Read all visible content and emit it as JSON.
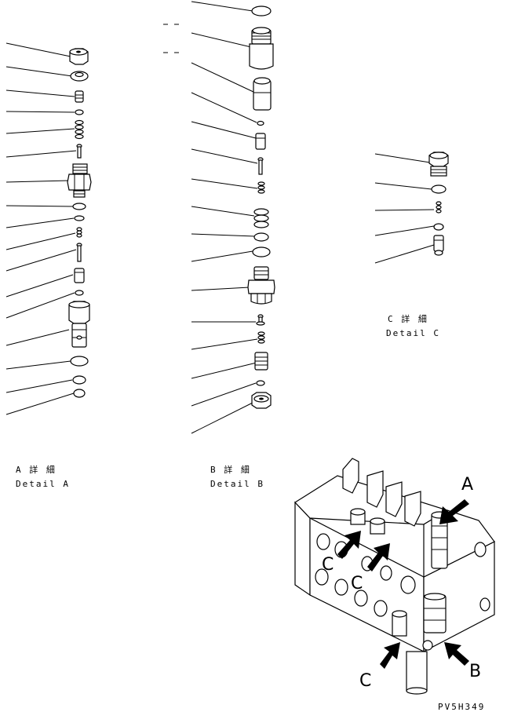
{
  "detail_a": {
    "title": "A 詳 細",
    "subtitle": "Detail A"
  },
  "detail_b": {
    "title": "B 詳 細",
    "subtitle": "Detail B"
  },
  "detail_c": {
    "title": "C 詳 細",
    "subtitle": "Detail C"
  },
  "callouts": {
    "a": "A",
    "b": "B",
    "c1": "C",
    "c2": "C",
    "c3": "C"
  },
  "drawing_code": "PV5H349"
}
